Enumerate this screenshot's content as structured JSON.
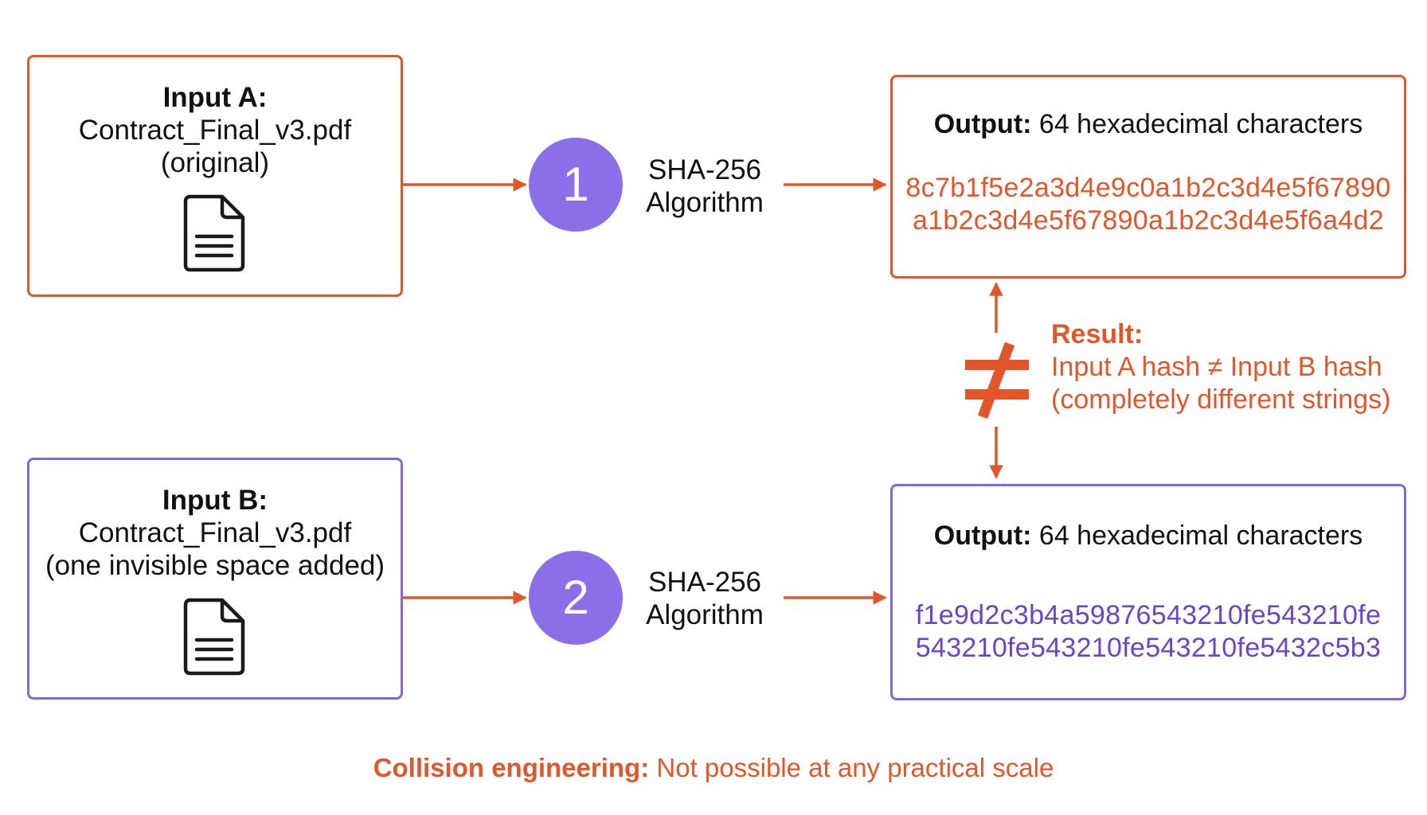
{
  "input_a": {
    "title": "Input A:",
    "filename": "Contract_Final_v3.pdf",
    "note": "(original)",
    "icon": "document-icon"
  },
  "input_b": {
    "title": "Input B:",
    "filename": "Contract_Final_v3.pdf",
    "note": "(one invisible space added)",
    "icon": "document-icon"
  },
  "step_a": {
    "number": "1",
    "algorithm_line1": "SHA-256",
    "algorithm_line2": "Algorithm"
  },
  "step_b": {
    "number": "2",
    "algorithm_line1": "SHA-256",
    "algorithm_line2": "Algorithm"
  },
  "output_a": {
    "label": "Output:",
    "description": " 64 hexadecimal characters",
    "hash_line1": "8c7b1f5e2a3d4e9c0a1b2c3d4e5f67890",
    "hash_line2": "a1b2c3d4e5f67890a1b2c3d4e5f6a4d2"
  },
  "output_b": {
    "label": "Output:",
    "description": " 64 hexadecimal characters",
    "hash_line1": "f1e9d2c3b4a59876543210fe543210fe",
    "hash_line2": "543210fe543210fe543210fe5432c5b3"
  },
  "result": {
    "label": "Result:",
    "line1": "Input A hash ≠ Input B hash",
    "line2": "(completely different strings)",
    "icon": "not-equal-icon"
  },
  "footer": {
    "label": "Collision engineering:",
    "text": " Not possible at any practical scale"
  },
  "colors": {
    "orange": "#e2562a",
    "purple": "#8467dd",
    "purple_text": "#6a45c8",
    "step_fill": "#8b6ee8"
  }
}
